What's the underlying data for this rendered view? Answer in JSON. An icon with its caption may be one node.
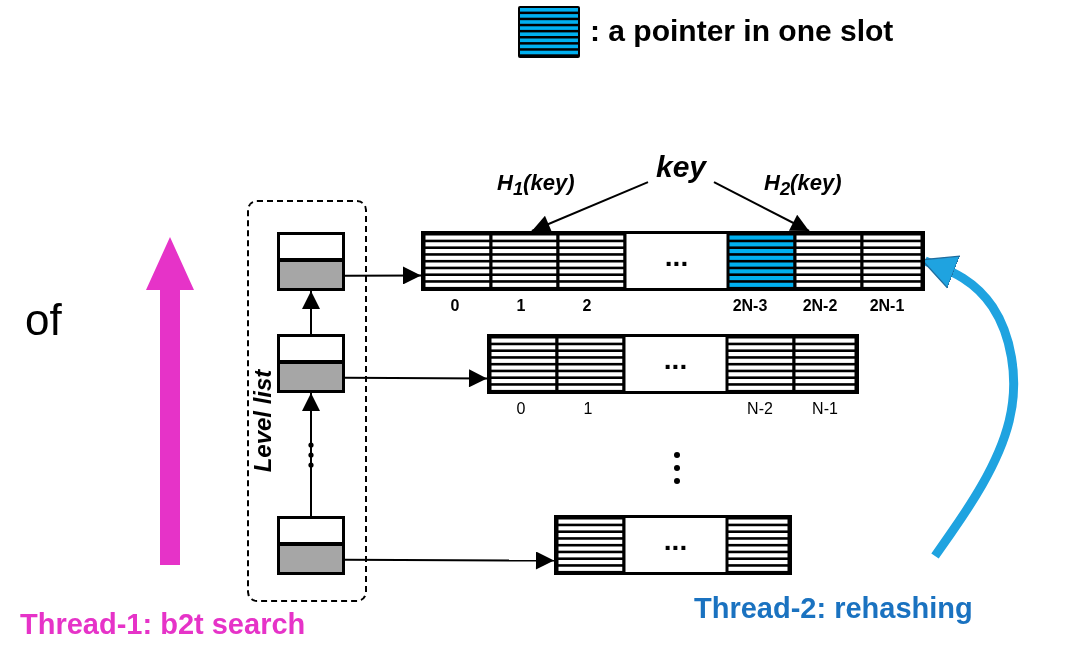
{
  "diagram": {
    "nodes": [
      {
        "text": [
          "Level list"
        ]
      },
      {
        "text": [],
        "shape": "box",
        "in": 0
      },
      {
        "text": [],
        "shape": "box",
        "in": 0
      },
      {
        "text": [],
        "shape": "box",
        "in": 0
      },
      {
        "text": [
          "..."
        ],
        "beside": [
          "0",
          "1",
          "2",
          "2N-3",
          "2N-2",
          "2N-1"
        ]
      },
      {
        "text": [
          "key"
        ]
      },
      {
        "text": [
          "..."
        ],
        "beside": [
          "0",
          "1",
          "N-2",
          "N-1"
        ]
      },
      {
        "text": [
          "..."
        ]
      }
    ],
    "edges": [
      {
        "from": 3,
        "to": 2,
        "arrow": "to"
      },
      {
        "from": 2,
        "to": 1,
        "arrow": "to"
      },
      {
        "from": 1,
        "to": 4,
        "arrow": "to"
      },
      {
        "from": 2,
        "to": 6,
        "arrow": "to"
      },
      {
        "from": 3,
        "to": 7,
        "arrow": "to"
      },
      {
        "from": 5,
        "to": 4,
        "arrow": "to",
        "label": "H$_{1}$(key)"
      },
      {
        "from": 5,
        "to": 4,
        "arrow": "to",
        "label": "H$_{2}$(key)"
      },
      {
        "from": null,
        "to": 4,
        "arrow": "to",
        "style": "thick",
        "color": "#1fa3e0"
      }
    ],
    "labels": [
      "of",
      "Thread-1: b2t search",
      "Thread-2: rehashing"
    ],
    "legend": [
      {
        "text": ": a pointer in one slot",
        "color": "#00b0f0"
      }
    ]
  }
}
